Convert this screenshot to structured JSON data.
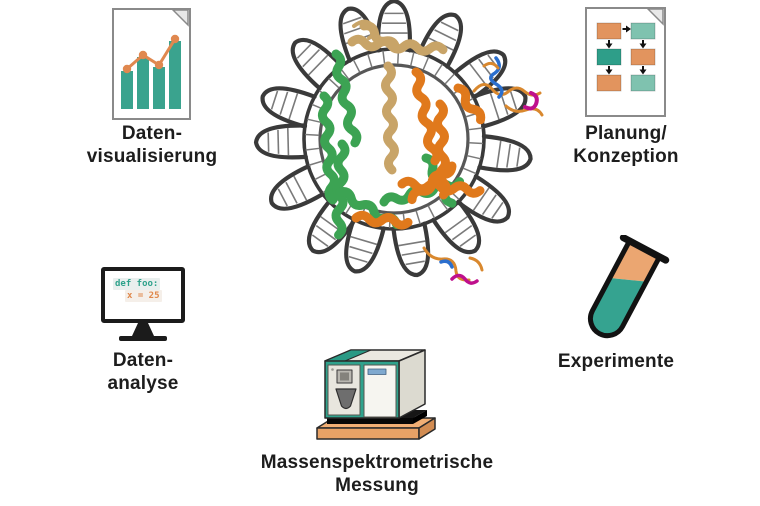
{
  "page": {
    "background": "#ffffff"
  },
  "palette": {
    "teal": "#2fa28c",
    "teal_light": "#7fc2af",
    "orange": "#e2945e",
    "orange_histone": "#e0791c",
    "green_histone": "#3ca353",
    "tan_histone": "#c8a468",
    "dna_gray": "#3a3a3a",
    "dna_rung_gray": "#7a7a7a",
    "blue_accent": "#2b6fce",
    "magenta_accent": "#bf0f8c",
    "text_color": "#1d1d1d"
  },
  "nodes": {
    "visualization": {
      "icon": "bar-chart-document",
      "label_line1": "Daten-",
      "label_line2": "visualisierung",
      "bar_heights": [
        38,
        52,
        42,
        68
      ]
    },
    "planning": {
      "icon": "flowchart-document",
      "label_line1": "Planung/",
      "label_line2": "Konzeption"
    },
    "analysis": {
      "icon": "code-monitor",
      "label_line1": "Daten-",
      "label_line2": "analyse",
      "code_line1": "def foo:",
      "code_line2": "x = 25"
    },
    "experiments": {
      "icon": "test-tube",
      "label": "Experimente"
    },
    "measurement": {
      "icon": "mass-spectrometer",
      "label_line1": "Massenspektrometrische",
      "label_line2": "Messung"
    },
    "center": {
      "icon": "nucleosome-structure"
    }
  }
}
